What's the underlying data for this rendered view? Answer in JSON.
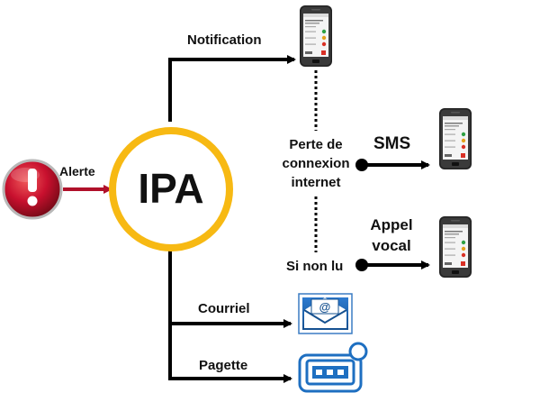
{
  "hub": {
    "title": "IPA",
    "ring_color": "#F7B913"
  },
  "source": {
    "label": "Alerte",
    "icon": "alert-exclamation-icon",
    "color": "#C8102E",
    "arrow_color": "#B0102A"
  },
  "channels": {
    "notification": "Notification",
    "sms": "SMS",
    "voice": [
      "Appel",
      "vocal"
    ],
    "email": "Courriel",
    "pager": "Pagette"
  },
  "conditions": {
    "connection_loss": [
      "Perte de",
      "connexion",
      "internet"
    ],
    "unread": "Si non lu"
  },
  "icons": {
    "phone": "smartphone-icon",
    "email": "email-envelope-icon",
    "pager": "pager-icon"
  },
  "colors": {
    "line": "#000000",
    "email_bg": "#1C5FA8",
    "pager_blue": "#1E6FC1"
  }
}
